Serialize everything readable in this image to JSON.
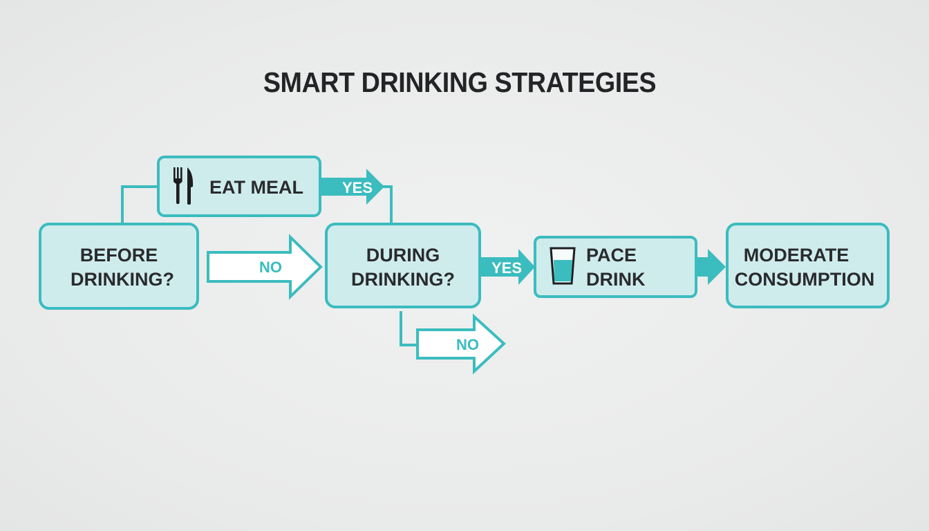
{
  "title": "SMART DRINKING STRATEGIES",
  "nodes": {
    "before": {
      "line1": "BEFORE",
      "line2": "DRINKING?"
    },
    "eat_meal": {
      "label": "EAT MEAL",
      "icon": "fork-knife-icon"
    },
    "during": {
      "line1": "DURING",
      "line2": "DRINKING?"
    },
    "pace": {
      "line1": "PACE",
      "line2": "DRINK",
      "icon": "water-glass-icon"
    },
    "moderate": {
      "line1": "MODERATE",
      "line2": "CONSUMPTION"
    }
  },
  "edges": {
    "eat_meal_yes": "YES",
    "before_no": "NO",
    "during_yes": "YES",
    "during_no": "NO"
  },
  "colors": {
    "accent": "#3bbcbf",
    "box_fill": "#cfeced",
    "text": "#2a2b2d",
    "background": "#ebecec"
  }
}
